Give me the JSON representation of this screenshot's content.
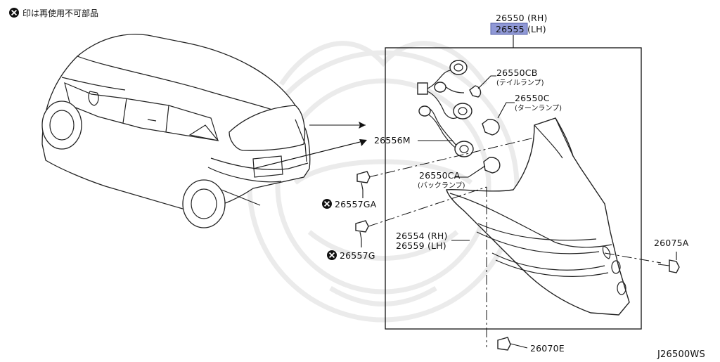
{
  "note": {
    "text": "印は再使用不可部品"
  },
  "callouts": {
    "lamp_rh": "26550 (RH)",
    "lamp_lh": "26555 (LH)",
    "tail_bulb_code": "26550CB",
    "tail_bulb_name": "(テイルランプ)",
    "turn_bulb_code": "26550C",
    "turn_bulb_name": "(ターンランプ)",
    "harness": "26556M",
    "back_bulb_code": "26550CA",
    "back_bulb_name": "(バックランプ)",
    "clip_ga": "26557GA",
    "clip_g": "26557G",
    "gasket_rh": "26554 (RH)",
    "gasket_lh": "26559 (LH)",
    "bolt": "26075A",
    "screw": "26070E"
  },
  "diagram_id": "J26500WS",
  "colors": {
    "highlight": "#8f98d6",
    "line": "#111111",
    "watermark": "#e9e9e9"
  },
  "icons": {
    "non_reusable_marker": "x-circle-icon"
  }
}
